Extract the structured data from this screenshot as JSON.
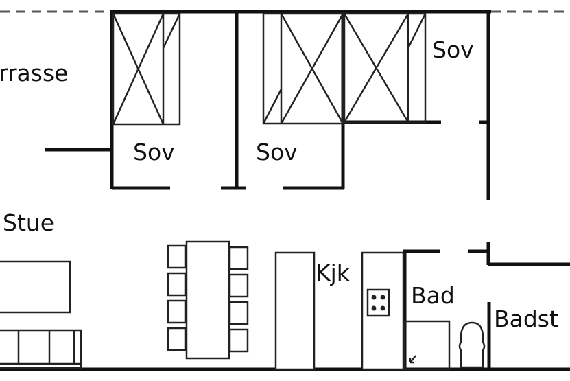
{
  "rooms": {
    "terrasse": "rrasse",
    "sov1": "Sov",
    "sov2": "Sov",
    "sov3": "Sov",
    "stue": "Stue",
    "kjk": "Kjk",
    "bad": "Bad",
    "badst": "Badst"
  }
}
